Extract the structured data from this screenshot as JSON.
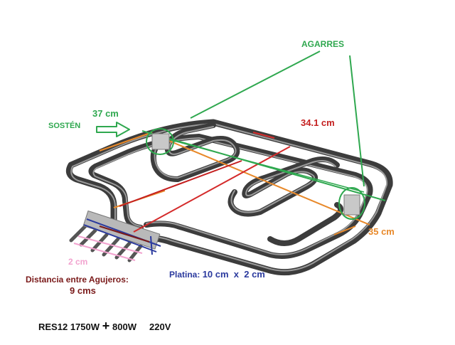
{
  "labels": {
    "agarres": "AGARRES",
    "sosten": "SOSTÉN",
    "width_37": "37 cm",
    "diag_341": "34.1 cm",
    "depth_35": "35 cm",
    "pin_2cm": "2 cm",
    "distance_label": "Distancia entre Agujeros:",
    "distance_value": "9 cms",
    "platina_label": "Platina:",
    "platina_value": "10 cm  x  2 cm",
    "model": "RES12",
    "power_1": "1750W",
    "power_2": "800W",
    "voltage": "220V"
  },
  "colors": {
    "green": "#2fa84f",
    "dark_red": "#7a1a1a",
    "red": "#d42a2a",
    "orange": "#e8892a",
    "blue": "#2b3a9e",
    "pink": "#f2a3cf",
    "metal": "#4a4a4a",
    "metal_light": "#8a8a8a"
  }
}
